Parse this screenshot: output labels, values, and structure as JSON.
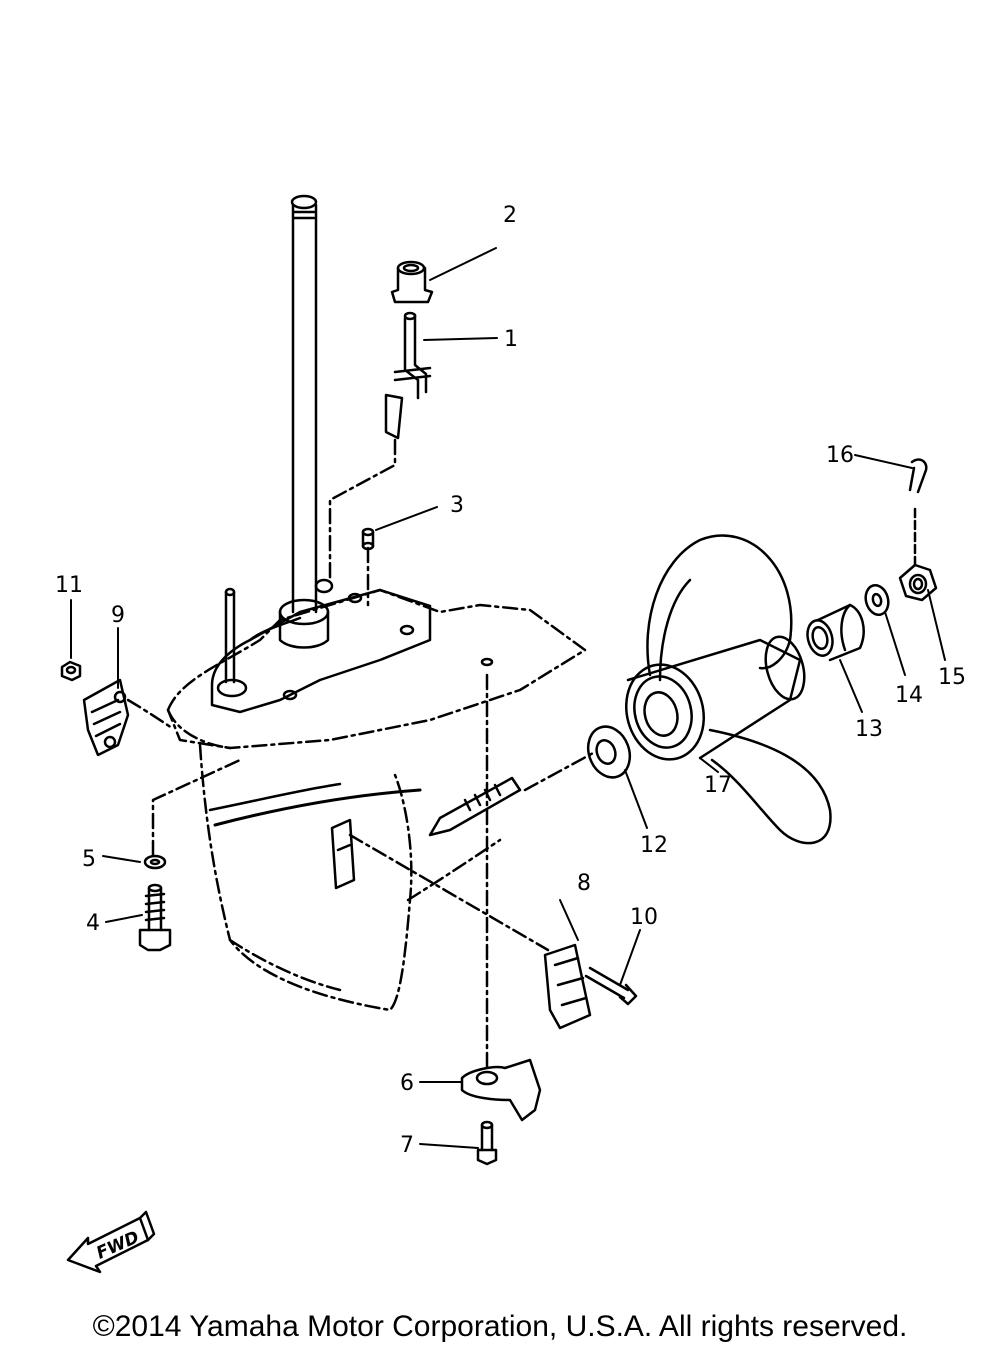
{
  "callouts": {
    "p1": "1",
    "p2": "2",
    "p3": "3",
    "p4": "4",
    "p5": "5",
    "p6": "6",
    "p7": "7",
    "p8": "8",
    "p9": "9",
    "p10": "10",
    "p11": "11",
    "p12": "12",
    "p13": "13",
    "p14": "14",
    "p15": "15",
    "p16": "16",
    "p17": "17"
  },
  "fwd_label": "FWD",
  "footer": {
    "copyright": "©2014 Yamaha Motor Corporation, U.S.A. All rights reserved."
  },
  "colors": {
    "line": "#000000",
    "background": "#ffffff"
  }
}
